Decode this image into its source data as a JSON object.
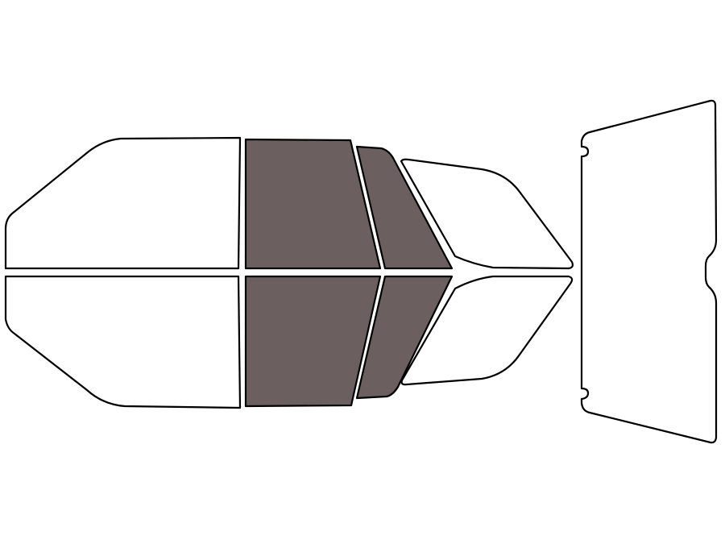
{
  "colors": {
    "background": "#ffffff",
    "outline": "#000000",
    "tinted": "#6b5f5f",
    "untinted": "#ffffff"
  },
  "panes": [
    {
      "id": "windshield-upper",
      "tinted": false
    },
    {
      "id": "windshield-lower",
      "tinted": false
    },
    {
      "id": "front-door-upper",
      "tinted": true
    },
    {
      "id": "front-door-lower",
      "tinted": true
    },
    {
      "id": "rear-door-upper",
      "tinted": true
    },
    {
      "id": "rear-door-lower",
      "tinted": true
    },
    {
      "id": "quarter-upper",
      "tinted": false
    },
    {
      "id": "quarter-lower",
      "tinted": false
    },
    {
      "id": "back-glass",
      "tinted": false
    }
  ]
}
